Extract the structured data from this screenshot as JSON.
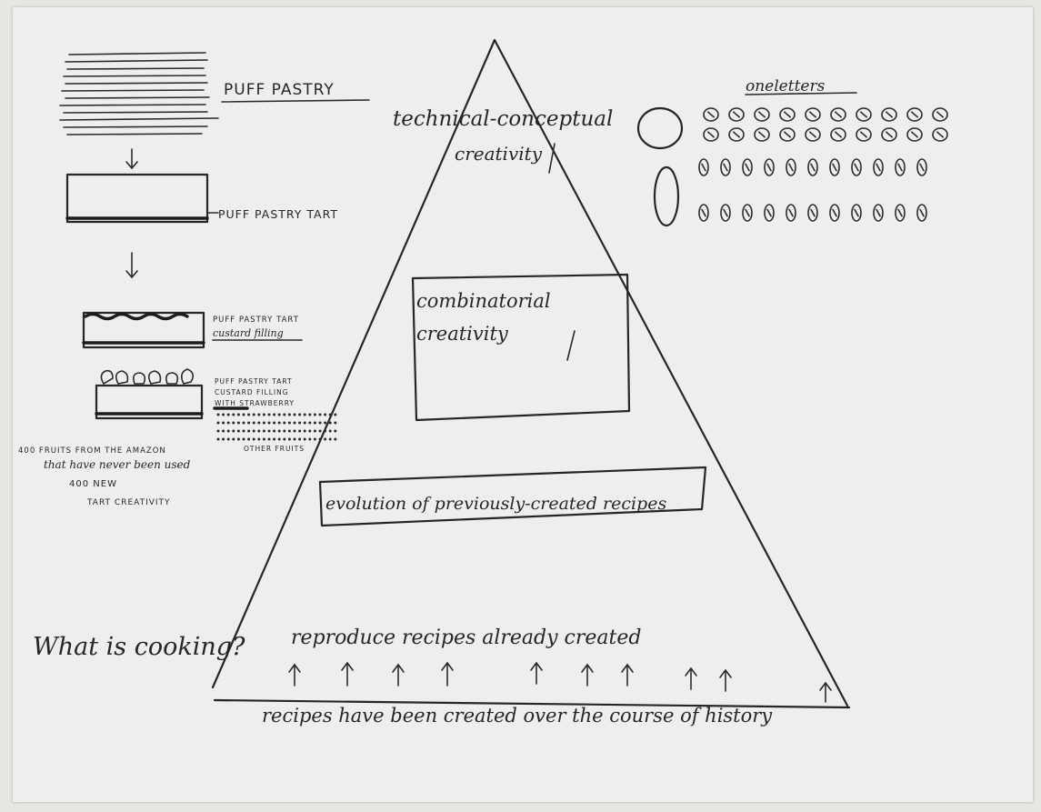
{
  "left_panel": {
    "puff_pastry": "PUFF PASTRY",
    "puff_pastry_tart": "PUFF PASTRY TART",
    "tart_custard_line1": "PUFF PASTRY TART",
    "tart_custard_line2": "custard filling",
    "tart_fruit_line1": "PUFF PASTRY TART",
    "tart_fruit_line2": "CUSTARD FILLING",
    "tart_fruit_line3": "WITH STRAWBERRY",
    "other_fruits": "OTHER FRUITS",
    "note_line1": "400 FRUITS FROM THE AMAZON",
    "note_line2": "that have never been used",
    "note_line3": "400 NEW",
    "note_line4": "TART CREATIVITY"
  },
  "question": "What is cooking?",
  "pyramid": {
    "top_line1": "technical-conceptual",
    "top_line2": "creativity",
    "middle_line1": "combinatorial",
    "middle_line2": "creativity",
    "evolution": "evolution of previously-created recipes",
    "reproduce": "reproduce recipes already created",
    "base": "recipes have been created over the course of history"
  },
  "right_panel": {
    "title": "oneletters"
  }
}
